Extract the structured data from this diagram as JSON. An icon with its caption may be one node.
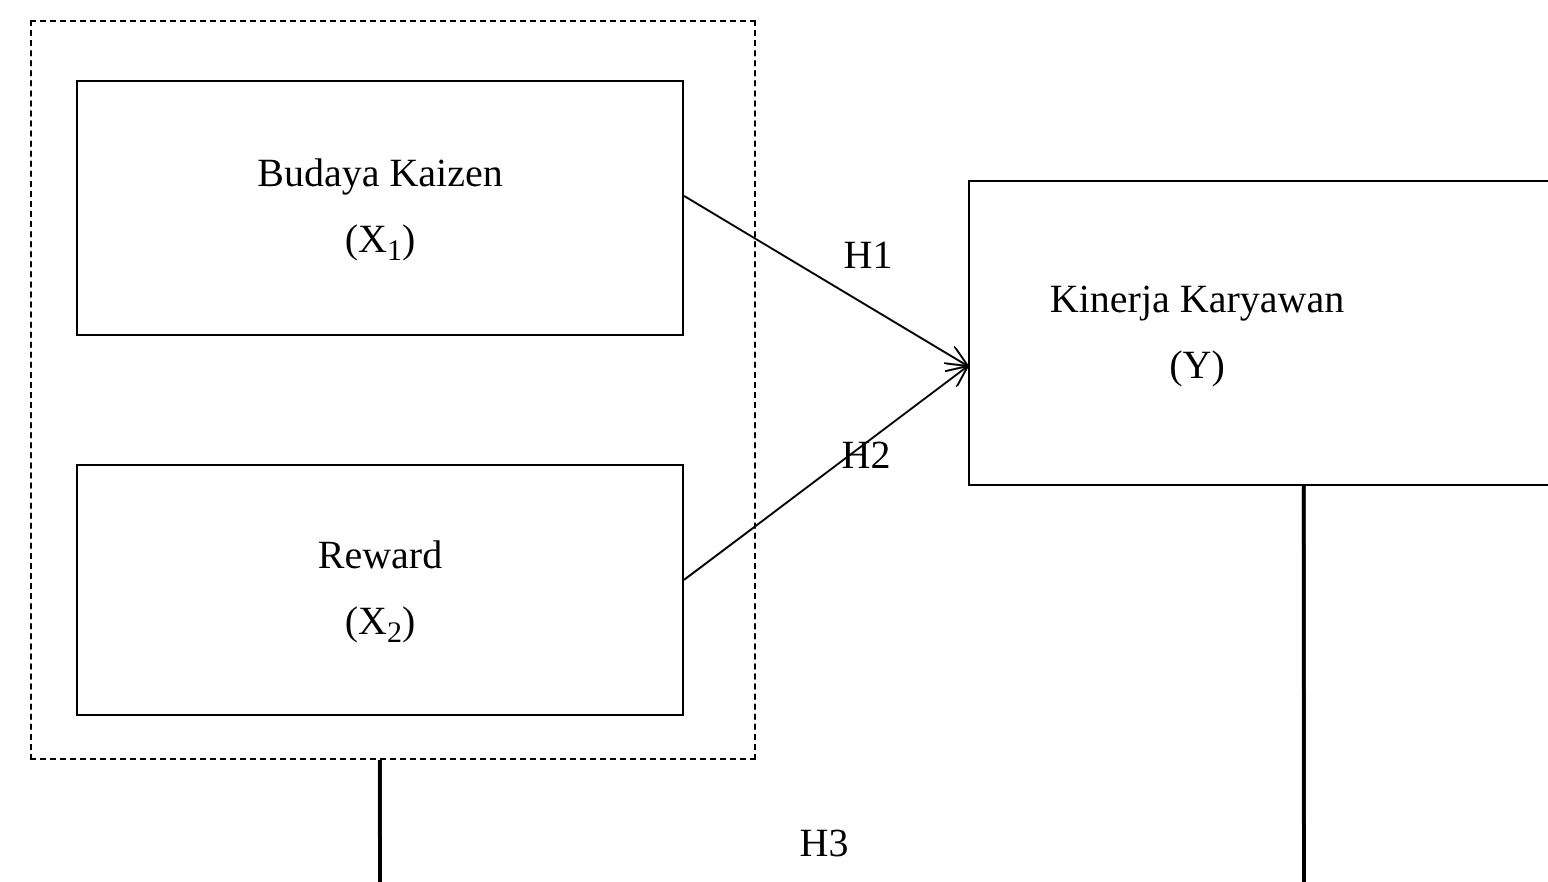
{
  "diagram": {
    "nodes": [
      {
        "text": [],
        "shape": "box"
      },
      {
        "text": [
          "Budaya Kaizen",
          "(X$_{1}$)"
        ],
        "in": 0
      },
      {
        "text": [
          "Reward",
          "(X$_{2}$)"
        ],
        "in": 0
      },
      {
        "text": [
          "Kinerja Karyawan",
          "(Y)"
        ]
      }
    ],
    "edges": [
      {
        "from": 1,
        "to": 3,
        "arrow": "to",
        "label": "H1"
      },
      {
        "from": 2,
        "to": 3,
        "arrow": "to",
        "label": "H2"
      },
      {
        "from": 0,
        "to": null,
        "arrow": "none"
      },
      {
        "from": 3,
        "to": null,
        "arrow": "none"
      }
    ],
    "labels": [
      "H3"
    ]
  }
}
